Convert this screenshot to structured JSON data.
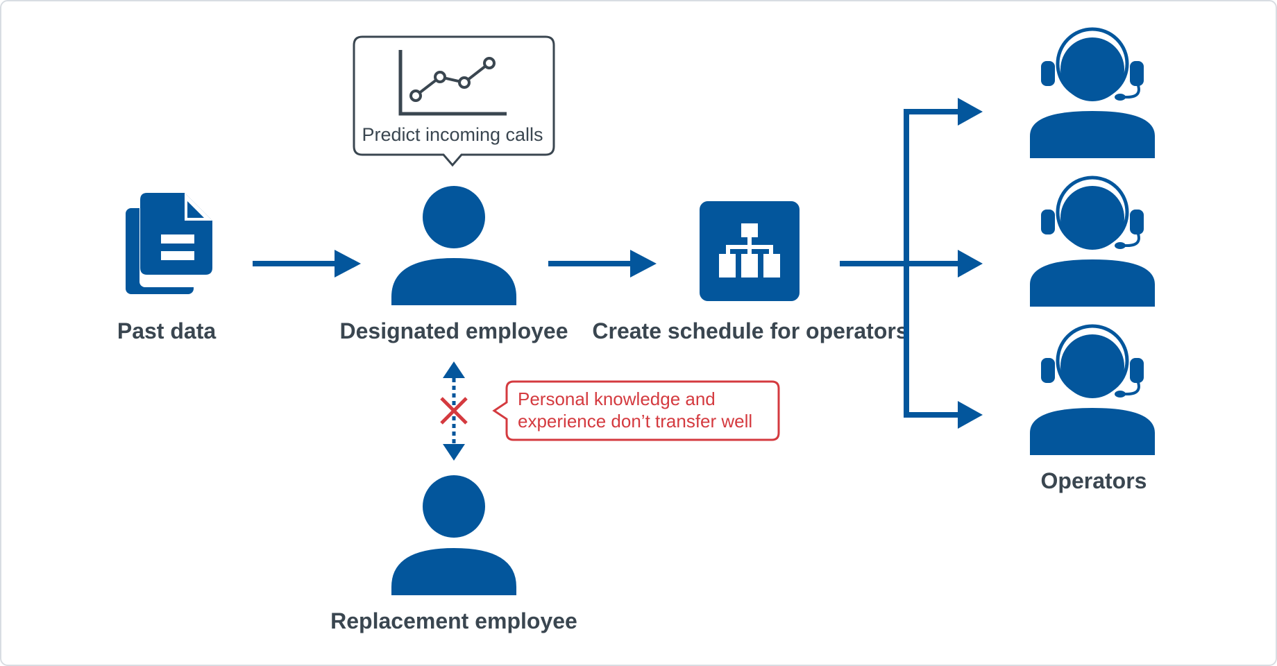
{
  "colors": {
    "primary": "#03569c",
    "text": "#3a4650",
    "warning": "#d43a3f",
    "bubble_border": "#3a4650",
    "frame_border": "#d8dde2"
  },
  "labels": {
    "past_data": "Past data",
    "designated_employee": "Designated employee",
    "create_schedule": "Create schedule for operators",
    "replacement_employee": "Replacement employee",
    "operators": "Operators"
  },
  "prediction_bubble": {
    "text": "Predict incoming calls",
    "icon": "line-chart-icon"
  },
  "warning_bubble": {
    "line1": "Personal knowledge and",
    "line2": "experience don’t transfer well"
  },
  "icons": {
    "past_data": "documents-icon",
    "designated_employee": "person-icon",
    "replacement_employee": "person-icon",
    "schedule": "org-chart-icon",
    "operator": "headset-operator-icon",
    "transfer_blocked": "cross-icon"
  }
}
